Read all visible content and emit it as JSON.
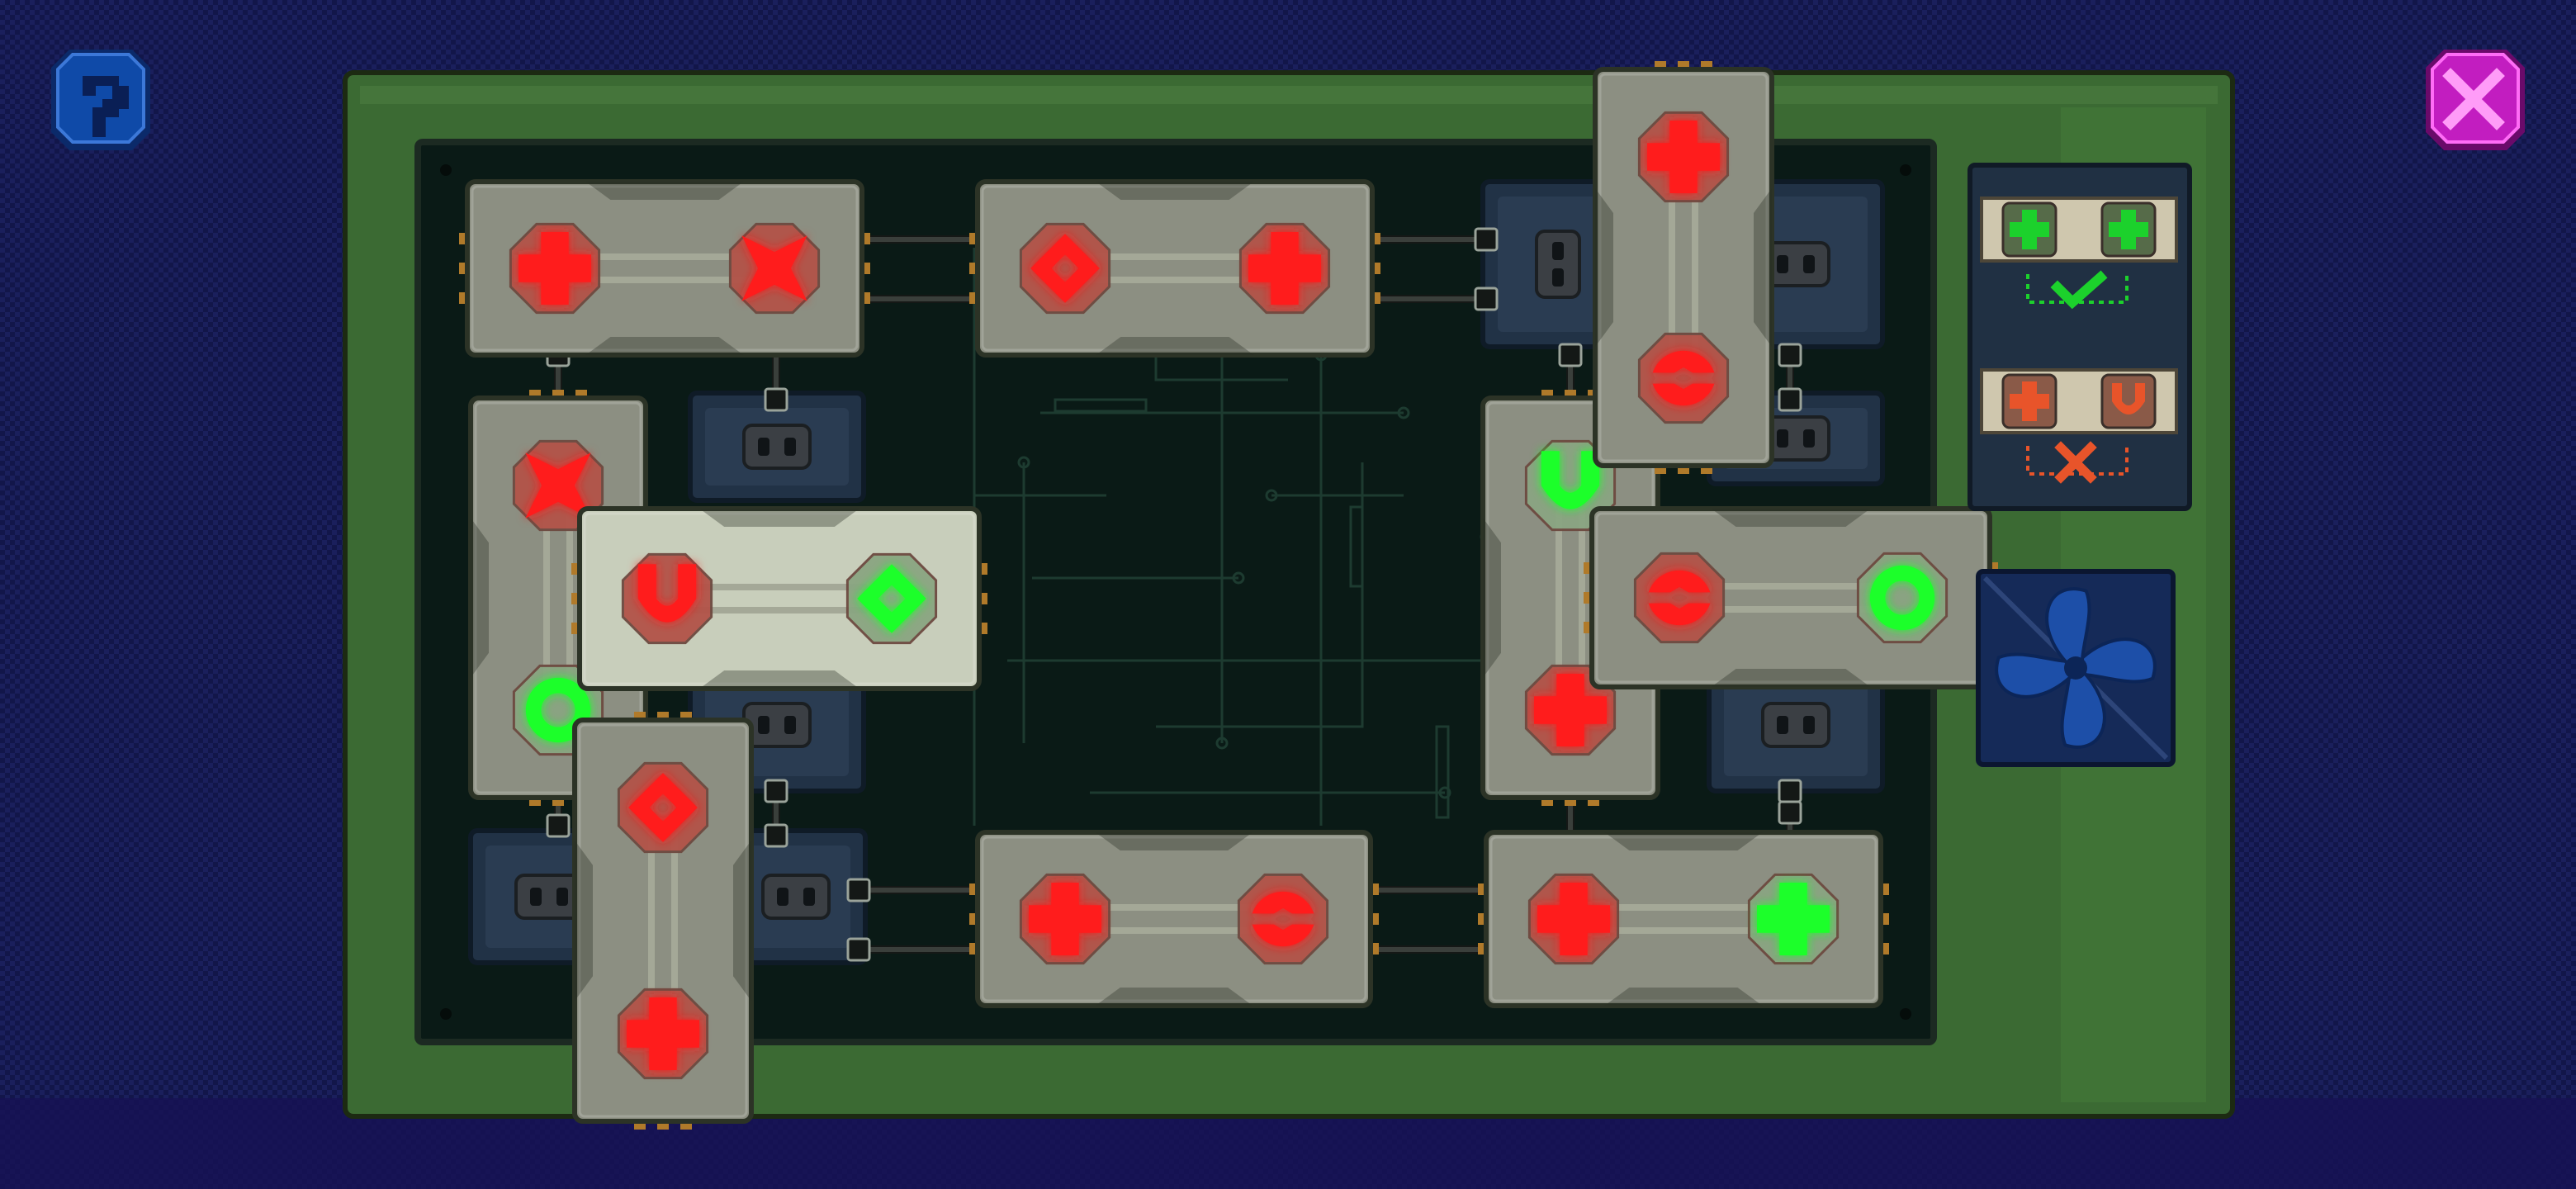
{
  "screen": {
    "background": "#12164a",
    "background_pattern": "#1a1f5c",
    "bottom_band": "#161254"
  },
  "colors": {
    "board_outer": "#3b6a33",
    "board_outer_edge": "#1c2a12",
    "board_inner": "#0a1a16",
    "board_inner_edge": "#1c2a22",
    "trace": "#1d3b30",
    "socket_fill": "#213246",
    "socket_edge": "#0f1b27",
    "socket_inner": "#3b3f44",
    "module_body": "#8c8f82",
    "module_body_active": "#c8cebb",
    "module_edge": "#2c3326",
    "module_rail": "#a4a897",
    "pad": "#b07a2a",
    "node_red": "#ff1a1a",
    "node_red_bg": "#b25349",
    "node_green": "#1dff2a",
    "node_green_bg": "#8aa582",
    "legend_bg": "#203043",
    "legend_check": "#1cd12c",
    "legend_cross": "#e8542a",
    "fan_bg": "#152a58",
    "fan_blade": "#1d4fa8",
    "help_button": "#0f4aa8",
    "close_button": "#c21dc0"
  },
  "icons": {
    "help": "question-mark-icon",
    "close": "close-x-icon",
    "fan": "cooling-fan-icon",
    "check": "check-icon",
    "cross": "cross-icon"
  },
  "legend": {
    "rules": [
      {
        "left_symbol": "plus",
        "left_color": "green",
        "right_symbol": "plus",
        "right_color": "green",
        "result": "match"
      },
      {
        "left_symbol": "plus",
        "left_color": "red",
        "right_symbol": "horseshoe",
        "right_color": "red",
        "result": "mismatch"
      }
    ]
  },
  "modules": [
    {
      "id": "top-left",
      "orientation": "horizontal",
      "active": false,
      "nodes": [
        {
          "symbol": "plus",
          "color": "red"
        },
        {
          "symbol": "x",
          "color": "red"
        }
      ]
    },
    {
      "id": "top-middle",
      "orientation": "horizontal",
      "active": false,
      "nodes": [
        {
          "symbol": "diamond",
          "color": "red"
        },
        {
          "symbol": "plus",
          "color": "red"
        }
      ]
    },
    {
      "id": "top-right-vertical",
      "orientation": "vertical",
      "active": false,
      "nodes": [
        {
          "symbol": "plus",
          "color": "red"
        },
        {
          "symbol": "pinch",
          "color": "red"
        }
      ]
    },
    {
      "id": "left-vertical",
      "orientation": "vertical",
      "active": false,
      "nodes": [
        {
          "symbol": "x",
          "color": "red"
        },
        {
          "symbol": "ring",
          "color": "green"
        }
      ]
    },
    {
      "id": "held-horizontal",
      "orientation": "horizontal",
      "active": true,
      "nodes": [
        {
          "symbol": "horseshoe",
          "color": "red"
        },
        {
          "symbol": "diamond",
          "color": "green"
        }
      ]
    },
    {
      "id": "right-vertical",
      "orientation": "vertical",
      "active": false,
      "nodes": [
        {
          "symbol": "horseshoe",
          "color": "green"
        },
        {
          "symbol": "plus",
          "color": "red"
        }
      ]
    },
    {
      "id": "right-horizontal",
      "orientation": "horizontal",
      "active": false,
      "nodes": [
        {
          "symbol": "pinch",
          "color": "red"
        },
        {
          "symbol": "ring",
          "color": "green"
        }
      ]
    },
    {
      "id": "bottom-left-vertical",
      "orientation": "vertical",
      "active": false,
      "nodes": [
        {
          "symbol": "diamond",
          "color": "red"
        },
        {
          "symbol": "plus",
          "color": "red"
        }
      ]
    },
    {
      "id": "bottom-middle",
      "orientation": "horizontal",
      "active": false,
      "nodes": [
        {
          "symbol": "plus",
          "color": "red"
        },
        {
          "symbol": "pinch",
          "color": "red"
        }
      ]
    },
    {
      "id": "bottom-right",
      "orientation": "horizontal",
      "active": false,
      "nodes": [
        {
          "symbol": "plus",
          "color": "red"
        },
        {
          "symbol": "plus",
          "color": "green"
        }
      ]
    }
  ]
}
